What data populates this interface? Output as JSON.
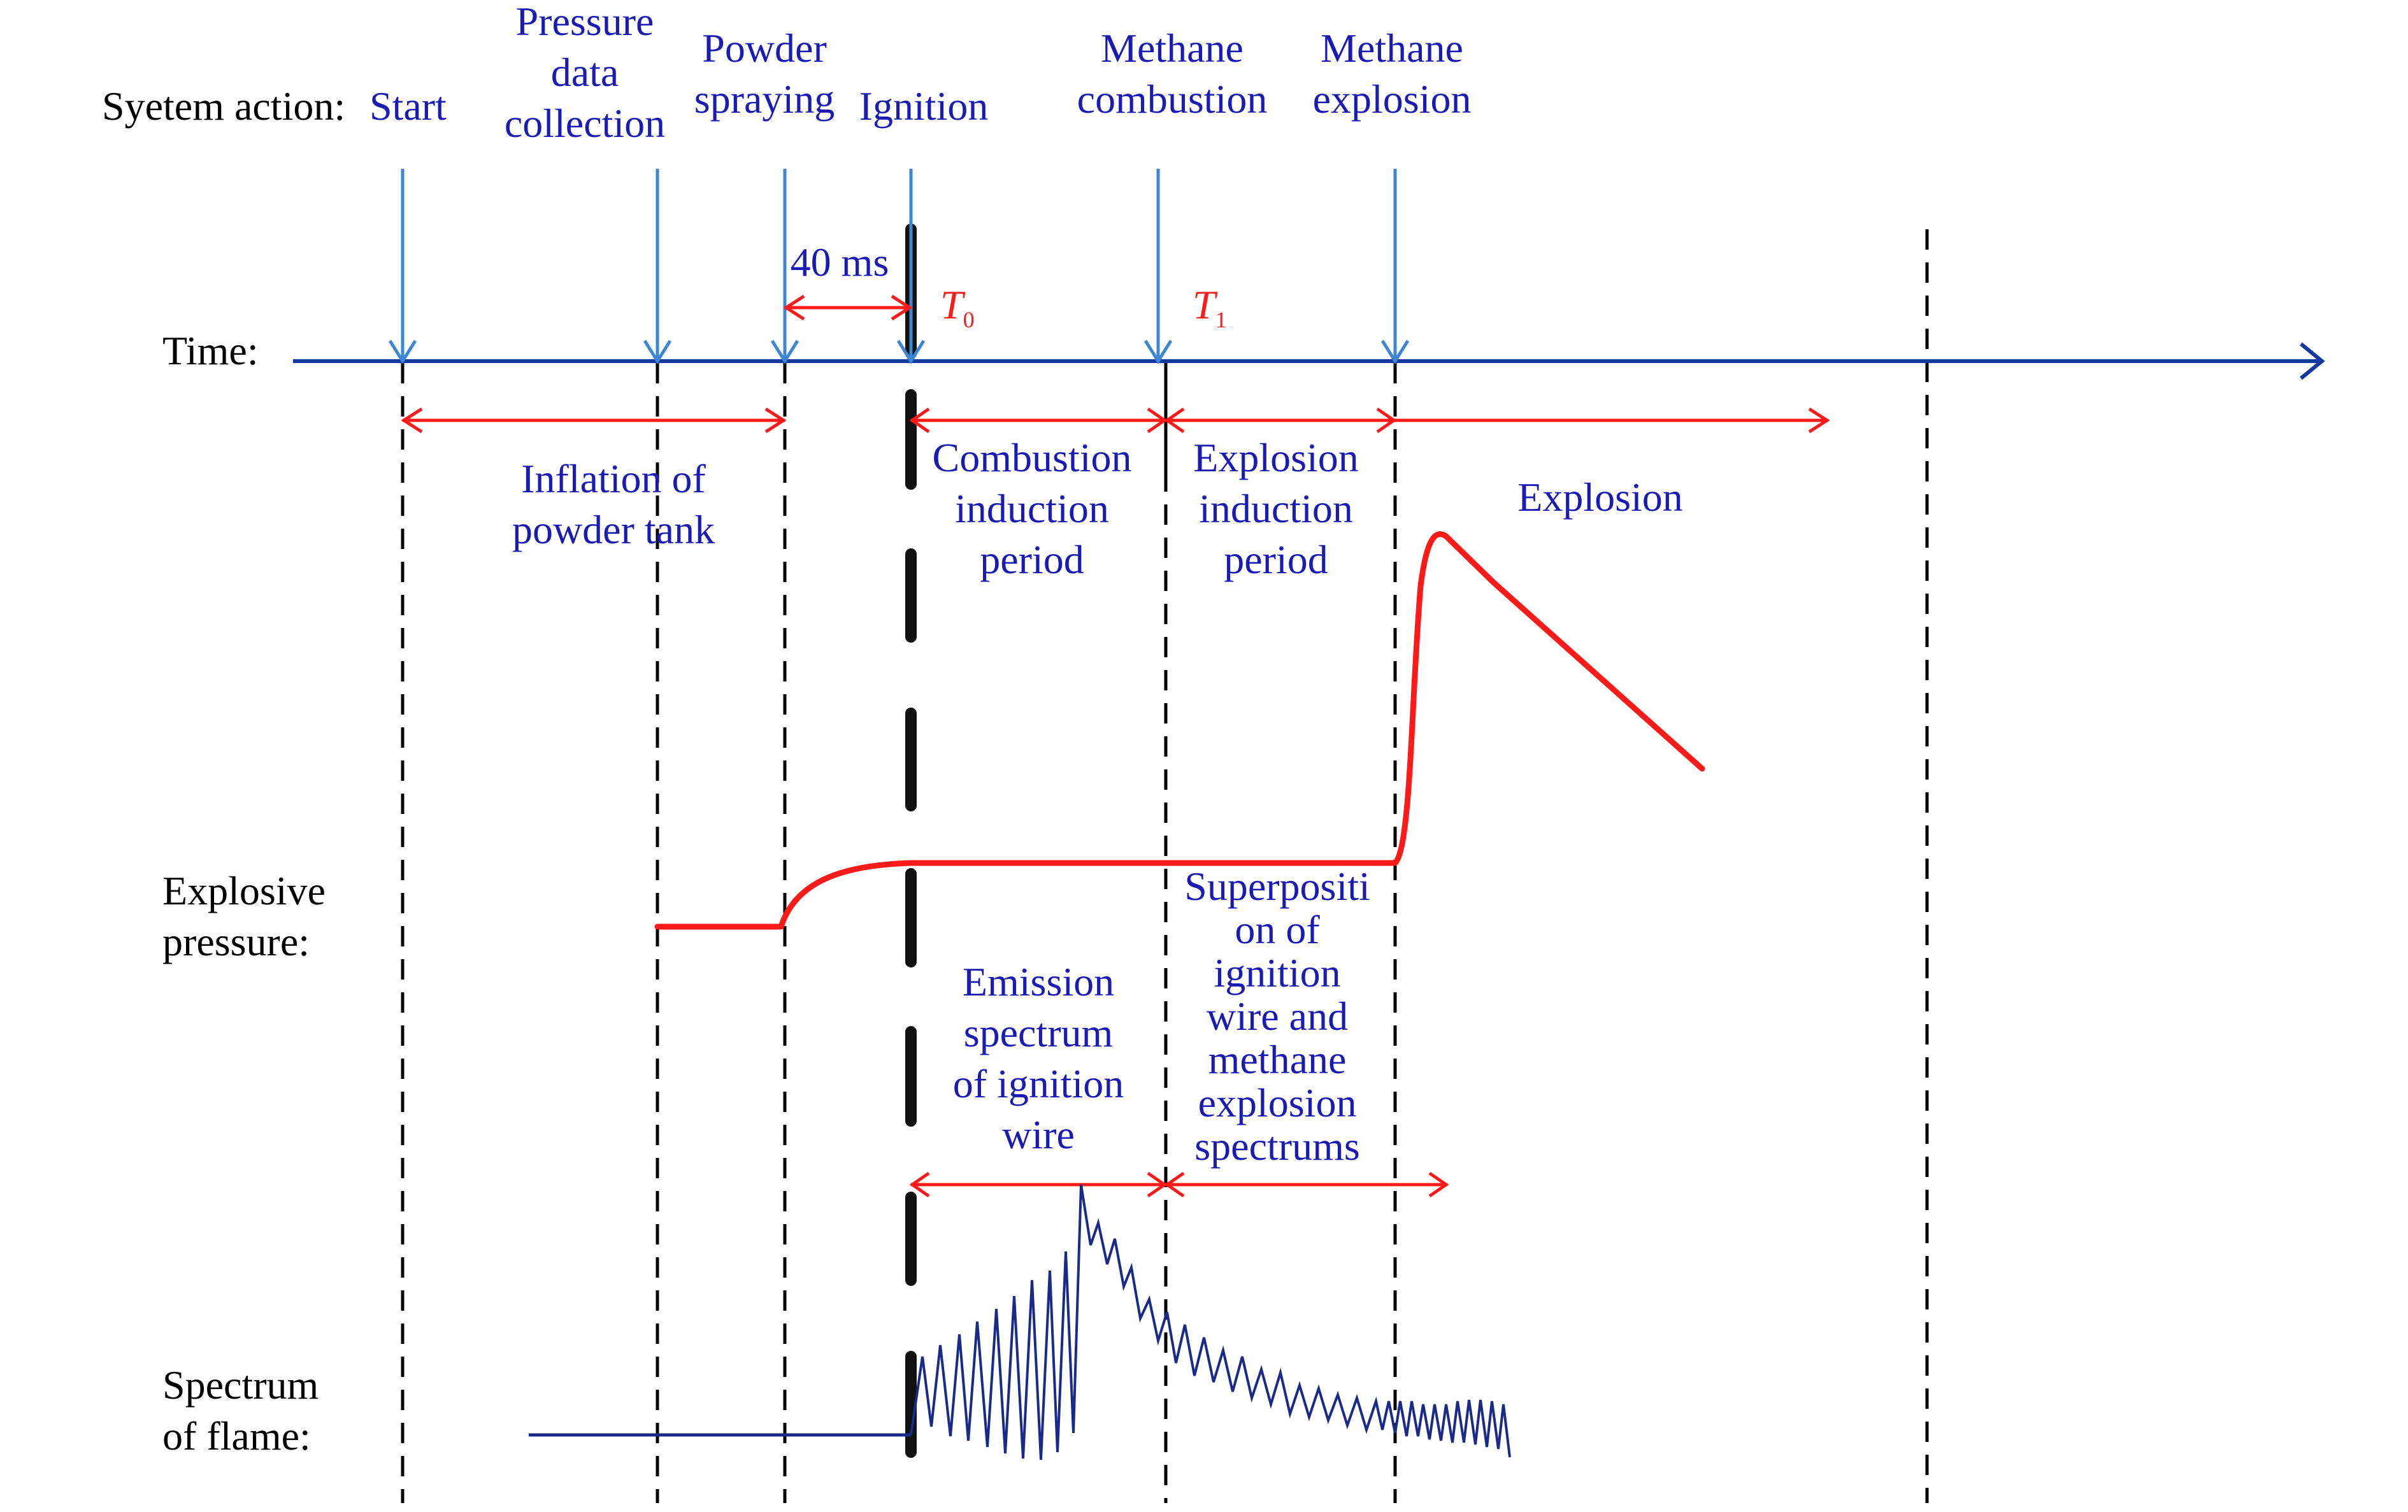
{
  "colors": {
    "blue_text": "#1a1ab4",
    "axis_blue": "#1538a0",
    "marker_blue": "#3d86d4",
    "red": "#ff1a1a",
    "black": "#000000",
    "spectrum": "#1a2a8a"
  },
  "rows": {
    "system_action": "Syetem action:",
    "time": "Time:",
    "pressure": [
      "Explosive",
      "pressure:"
    ],
    "spectrum": [
      "Spectrum",
      "of flame:"
    ]
  },
  "actions": {
    "start": [
      "Start"
    ],
    "pressure_data": [
      "Pressure",
      "data",
      "collection"
    ],
    "powder_spraying": [
      "Powder",
      "spraying"
    ],
    "ignition": [
      "Ignition"
    ],
    "methane_combustion": [
      "Methane",
      "combustion"
    ],
    "methane_explosion": [
      "Methane",
      "explosion"
    ]
  },
  "interval": "40 ms",
  "markers": {
    "t0": "T",
    "t0_sub": "0",
    "t1": "T",
    "t1_sub": "1"
  },
  "periods": {
    "inflation": [
      "Inflation of",
      "powder tank"
    ],
    "combustion_induction": [
      "Combustion",
      "induction",
      "period"
    ],
    "explosion_induction": [
      "Explosion",
      "induction",
      "period"
    ],
    "explosion": [
      "Explosion"
    ]
  },
  "spectra": {
    "emission": [
      "Emission",
      "spectrum",
      "of ignition",
      "wire"
    ],
    "superposition": [
      "Superpositi",
      "on of",
      "ignition",
      "wire and",
      "methane",
      "explosion",
      "spectrums"
    ]
  }
}
